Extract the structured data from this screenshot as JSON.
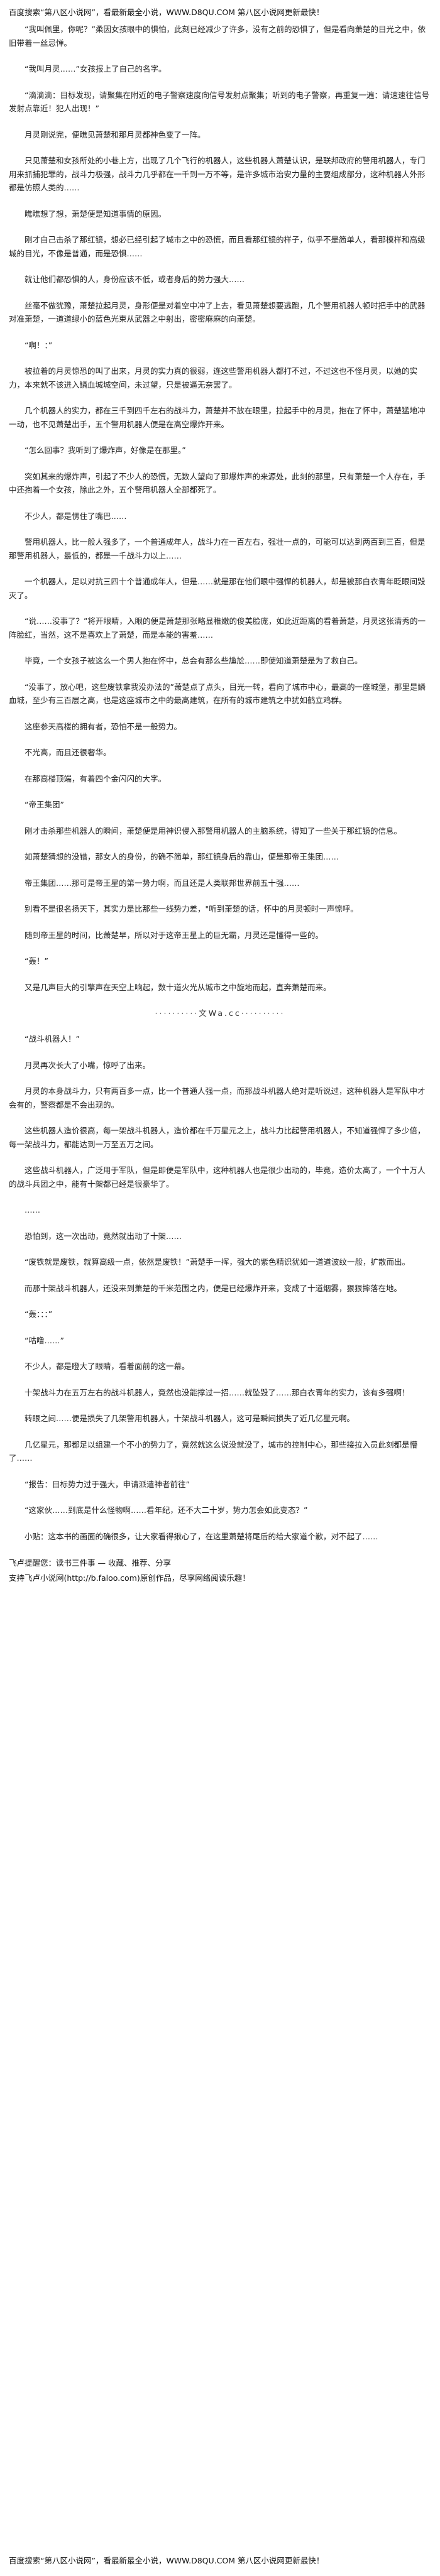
{
  "banner_top": "百度搜索“第八区小说网”，看最新最全小说，WWW.D8QU.COM 第八区小说网更新最快！",
  "paragraphs": [
    "“我叫佩里，你呢？”柔因女孩眼中的惧怕，此刻已经减少了许多，没有之前的恐惧了，但是看向萧楚的目光之中，依旧带着一丝忌惮。",
    "“我叫月灵……”女孩报上了自己的名字。",
    "“滴滴滴：目标发现，请聚集在附近的电子警察速度向信号发射点聚集；听到的电子警察，再重复一遍：请速速往信号发射点靠近！犯人出现！”",
    "月灵刚说完，便瞧见萧楚和那月灵都神色变了一阵。",
    "只见萧楚和女孩所处的小巷上方，出现了几个飞行的机器人，这些机器人萧楚认识，是联邦政府的警用机器人，专门用来抓捕犯罪的，战斗力极强，战斗力几乎都在一千到一万不等，是许多城市治安力量的主要组成部分，这种机器人外形都是仿照人类的……",
    "瞧瞧想了想，萧楚便是知道事情的原因。",
    "刚才自己击杀了那红镜，想必已经引起了城市之中的恐慌，而且看那红镜的样子，似乎不是简单人，看那模样和高级城的目光，不像是普通，而是恐惧……",
    "就让他们都恐惧的人，身份应该不低，或者身后的势力强大……",
    "丝毫不做犹豫，萧楚拉起月灵，身形便是对着空中冲了上去，看见萧楚想要逃跑，几个警用机器人顿时把手中的武器对准萧楚，一道道绿小的蓝色光束从武器之中射出，密密麻麻的向萧楚。",
    "“啊！：”",
    "被拉着的月灵惊恐的叫了出来，月灵的实力真的很弱，连这些警用机器人都打不过，不过这也不怪月灵，以她的实力，本来就不该进入鳞血城城空间，未过望，只是被逼无奈罢了。",
    "几个机器人的实力，都在三千到四千左右的战斗力，萧楚并不放在眼里，拉起手中的月灵，抱在了怀中，萧楚猛地冲一动，也不见萧楚出手，五个警用机器人便是在高空爆炸开来。",
    "“怎么回事？我听到了爆炸声，好像是在那里。”",
    "突如其来的爆炸声，引起了不少人的恐慌，无数人望向了那爆炸声的来源处，此刻的那里，只有萧楚一个人存在，手中还抱着一个女孩，除此之外，五个警用机器人全部都死了。",
    "不少人，都是愣住了嘴巴……",
    "警用机器人，比一般人强多了，一个普通成年人，战斗力在一百左右，强壮一点的，可能可以达到两百到三百，但是那警用机器人，最低的，都是一千战斗力以上……",
    "一个机器人，足以对抗三四十个普通成年人，但是……就是那在他们眼中强悍的机器人，却是被那白衣青年眨眼间毁灭了。",
    "“说……没事了？”将开眼睛，入眼的便是萧楚那张略显稚嫩的俊美脸庞，如此近距离的看着萧楚，月灵这张清秀的一阵脸红，当然，这不是喜欢上了萧楚，而是本能的害羞……",
    "毕竟，一个女孩子被这么一个男人抱在怀中，总会有那么些尴尬……即使知道萧楚是为了救自己。",
    "“没事了，放心吧，这些废铁拿我没办法的”萧楚点了点头，目光一转，看向了城市中心，最高的一座城堡，那里是鳞血城，至少有三百层之高，也是这座城市之中的最高建筑，在所有的城市建筑之中犹如鹤立鸡群。",
    "这座参天高楼的拥有者，恐怕不是一般势力。",
    "不光高，而且还很奢华。",
    "在那高楼顶端，有着四个金闪闪的大字。",
    "“帝王集团”",
    "刚才击杀那些机器人的瞬间，萧楚便是用神识侵入那警用机器人的主脑系统，得知了一些关于那红镜的信息。",
    "如萧楚猜想的没错，那女人的身份，的确不简单，那红镜身后的靠山，便是那帝王集团……",
    "帝王集团……那可是帝王星的第一势力啊，而且还是人类联邦世界前五十强……",
    "别看不是很名扬天下，其实力是比那些一线势力差，\"听到萧楚的话，怀中的月灵顿时一声惊呼。",
    "随到帝王星的时间，比萧楚早，所以对于这帝王星上的巨无霸，月灵还是懂得一些的。",
    "“轰！”",
    "又是几声巨大的引擎声在天空上响起，数十道火光从城市之中旋地而起，直奔萧楚而来。"
  ],
  "divider": "··········文Wa.cc··········",
  "paragraphs_after": [
    "“战斗机器人！”",
    "月灵再次长大了小嘴，惊呼了出来。",
    "月灵的本身战斗力，只有两百多一点，比一个普通人强一点，而那战斗机器人绝对是听说过，这种机器人是军队中才会有的，警察都是不会出现的。",
    "这些机器人造价很高，每一架战斗机器人，造价都在千万星元之上，战斗力比起警用机器人，不知道强悍了多少倍，每一架战斗力，都能达到一万至五万之间。",
    "这些战斗机器人，广泛用于军队，但是即便是军队中，这种机器人也是很少出动的，毕竟，造价太高了，一个十万人的战斗兵团之中，能有十架都已经是很豪华了。",
    "……",
    "恐怕到，这一次出动，竟然就出动了十架……",
    "“废铁就是废铁，就算高级一点，依然是废铁！”萧楚手一挥，强大的紫色精识犹如一道道波纹一般，扩散而出。",
    "而那十架战斗机器人，还没来到萧楚的千米范围之内，便是已经爆炸开来，变成了十道烟雾，狠狠摔落在地。",
    "“轰：：：”",
    "“咕噜……”",
    "不少人，都是瞪大了眼睛，看着面前的这一幕。",
    "十架战斗力在五万左右的战斗机器人，竟然也没能撑过一招……就坠毁了……那白衣青年的实力，该有多强啊！",
    "转眼之间……便是损失了几架警用机器人，十架战斗机器人，这可是瞬间损失了近几亿星元啊。",
    "几亿星元，那都足以组建一个不小的势力了，竟然就这么说没就没了，城市的控制中心，那些接拉入员此刻都是懵了……",
    "“报告：目标势力过于强大，申请派遣神者前往”",
    "“这家伙……到底是什么怪物啊……看年纪，还不大二十岁，势力怎会如此变态？”",
    "小贴：这本书的画面的确很多，让大家看得揪心了，在这里萧楚将尾后的给大家道个歉，对不起了……"
  ],
  "footer": {
    "tip": "飞卢提醒您：读书三件事 — 收藏、推荐、分享",
    "support": "支持飞卢小说网(http://b.faloo.com)原创作品，尽享网络阅读乐趣！"
  },
  "banner_bottom": "百度搜索“第八区小说网”，看最新最全小说，WWW.D8QU.COM 第八区小说网更新最快！"
}
